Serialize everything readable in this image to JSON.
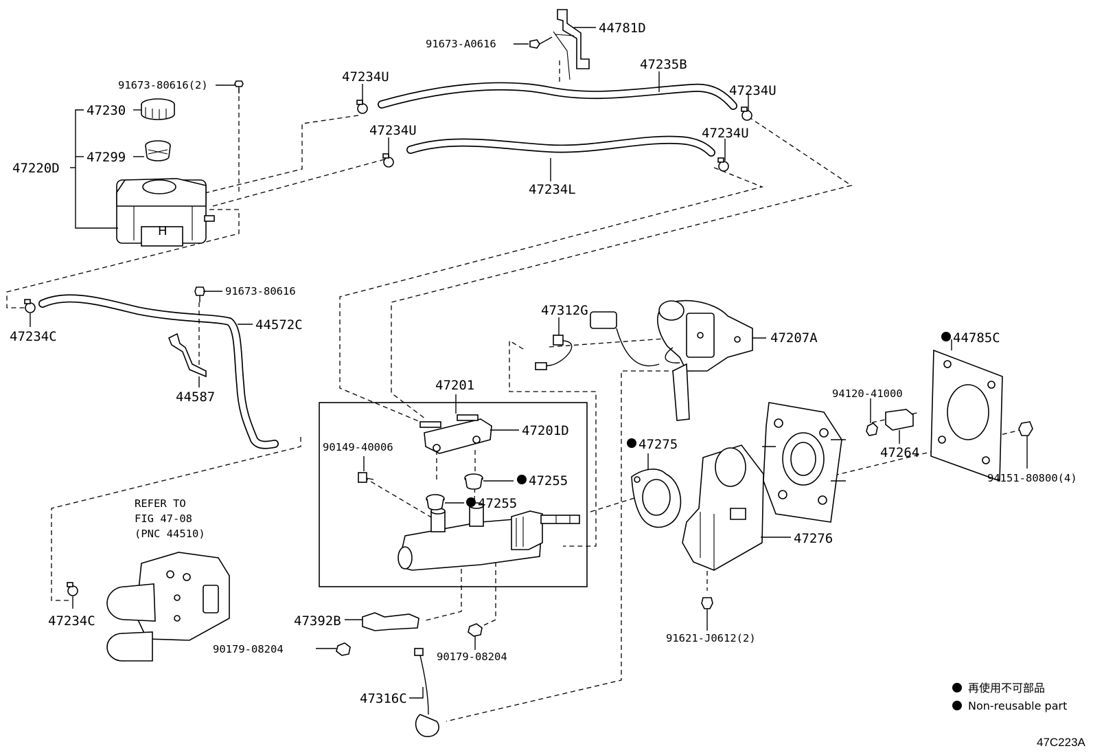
{
  "diagram": {
    "labels": {
      "p91673_A0616": "91673-A0616",
      "p44781D": "44781D",
      "p47235B": "47235B",
      "p47234U_a": "47234U",
      "p47234U_b": "47234U",
      "p47234U_c": "47234U",
      "p47234U_d": "47234U",
      "p91673_80616_2": "91673-80616(2)",
      "p47230": "47230",
      "p47299": "47299",
      "p47220D": "47220D",
      "p47234L": "47234L",
      "p91673_80616": "91673-80616",
      "p44572C": "44572C",
      "p47234C_a": "47234C",
      "p44587": "44587",
      "p47312G": "47312G",
      "p47207A": "47207A",
      "p44785C": "44785C",
      "p47201": "47201",
      "p47201D": "47201D",
      "p90149_40006": "90149-40006",
      "p47255_a": "47255",
      "p47255_b": "47255",
      "p47275": "47275",
      "p94120_41000": "94120-41000",
      "p47264": "47264",
      "p94151_80800_4": "94151-80800(4)",
      "p47276": "47276",
      "p47234C_b": "47234C",
      "p47392B": "47392B",
      "p90179_08204_a": "90179-08204",
      "p90179_08204_b": "90179-08204",
      "p91621_J0612_2": "91621-J0612(2)",
      "p47316C": "47316C"
    },
    "refer_note": [
      "REFER TO",
      "FIG 47-08",
      "(PNC 44510)"
    ],
    "legend": {
      "jp": "再使用不可部品",
      "en": "Non-reusable part"
    },
    "figure_code": "47C223A"
  }
}
